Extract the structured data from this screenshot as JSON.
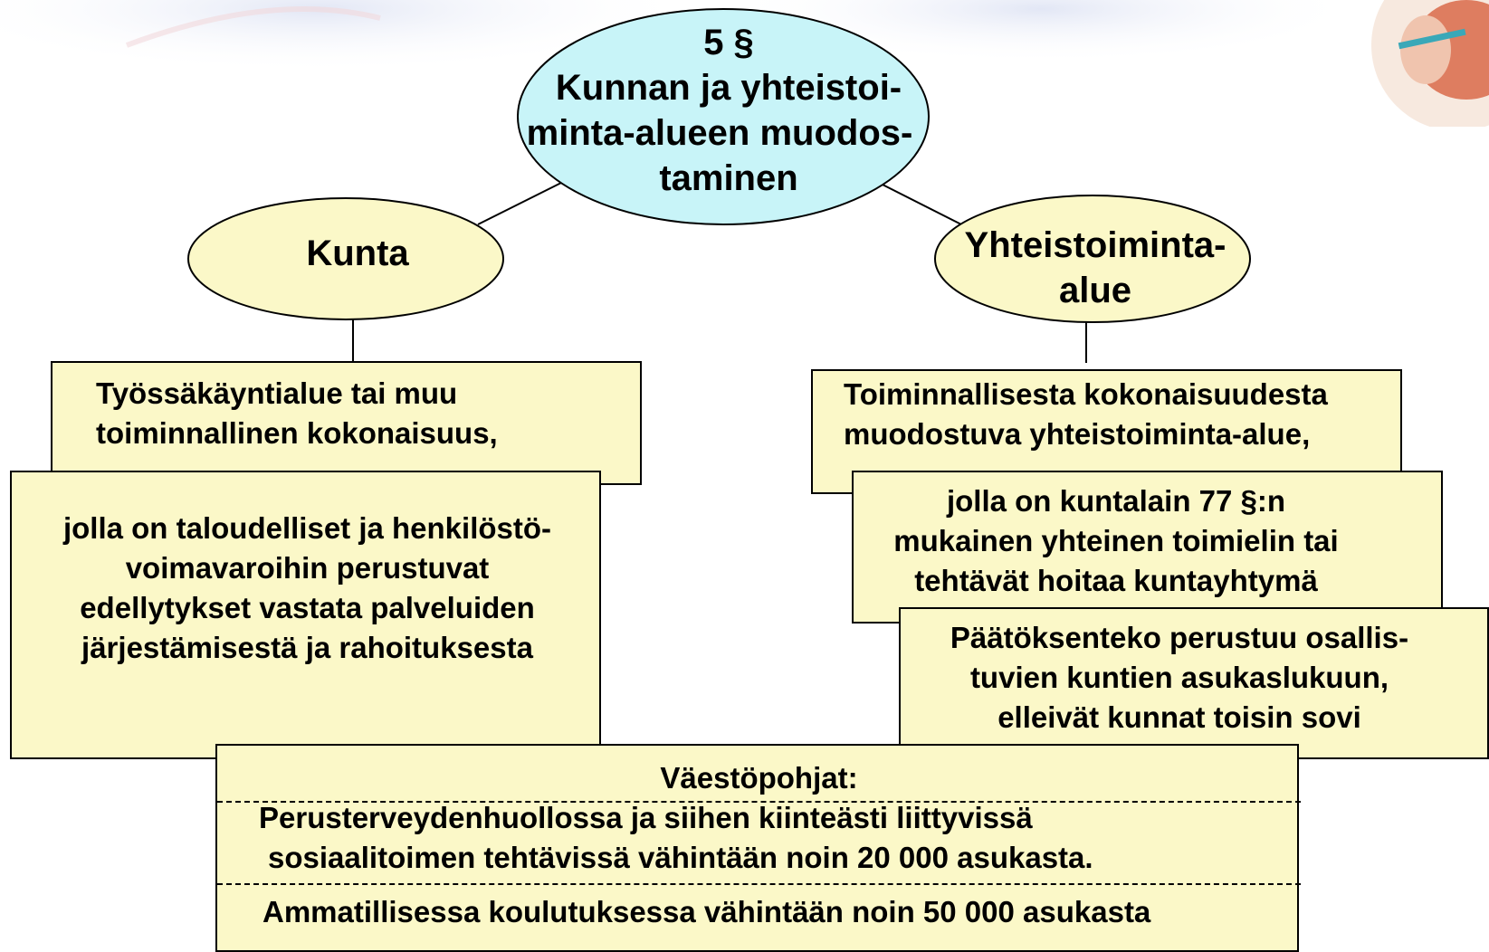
{
  "center_node": {
    "lines": [
      "5 §",
      "Kunnan ja yhteistoi-",
      "minta-alueen muodos-",
      "taminen"
    ]
  },
  "left_node": {
    "label": "Kunta"
  },
  "right_node": {
    "lines": [
      "Yhteistoiminta-",
      "alue"
    ]
  },
  "left_box_top": {
    "lines": [
      "Työssäkäyntialue tai muu",
      "toiminnallinen kokonaisuus,"
    ]
  },
  "left_box_bottom": {
    "lines": [
      "jolla on taloudelliset ja henkilöstö-",
      "voimavaroihin perustuvat",
      "edellytykset vastata palveluiden",
      "järjestämisestä ja rahoituksesta"
    ]
  },
  "right_box_top": {
    "lines": [
      "Toiminnallisesta kokonaisuudesta",
      "muodostuva yhteistoiminta-alue,"
    ]
  },
  "right_box_mid": {
    "lines": [
      "jolla on kuntalain 77 §:n",
      "mukainen yhteinen toimielin tai",
      "tehtävät hoitaa kuntayhtymä"
    ]
  },
  "right_box_bottom": {
    "lines": [
      "Päätöksenteko perustuu osallis-",
      "tuvien kuntien asukaslukuun,",
      "elleivät kunnat toisin sovi"
    ]
  },
  "population_box": {
    "heading": "Väestöpohjat:",
    "item1": [
      "Perusterveydenhuollossa ja siihen kiinteästi liittyvissä",
      "sosiaalitoimen tehtävissä vähintään noin 20 000 asukasta."
    ],
    "item2": "Ammatillisessa koulutuksessa vähintään noin 50 000 asukasta"
  },
  "colors": {
    "center_fill": "#c8f4f8",
    "node_fill": "#fbf8c8",
    "box_fill": "#fbf8c8"
  }
}
